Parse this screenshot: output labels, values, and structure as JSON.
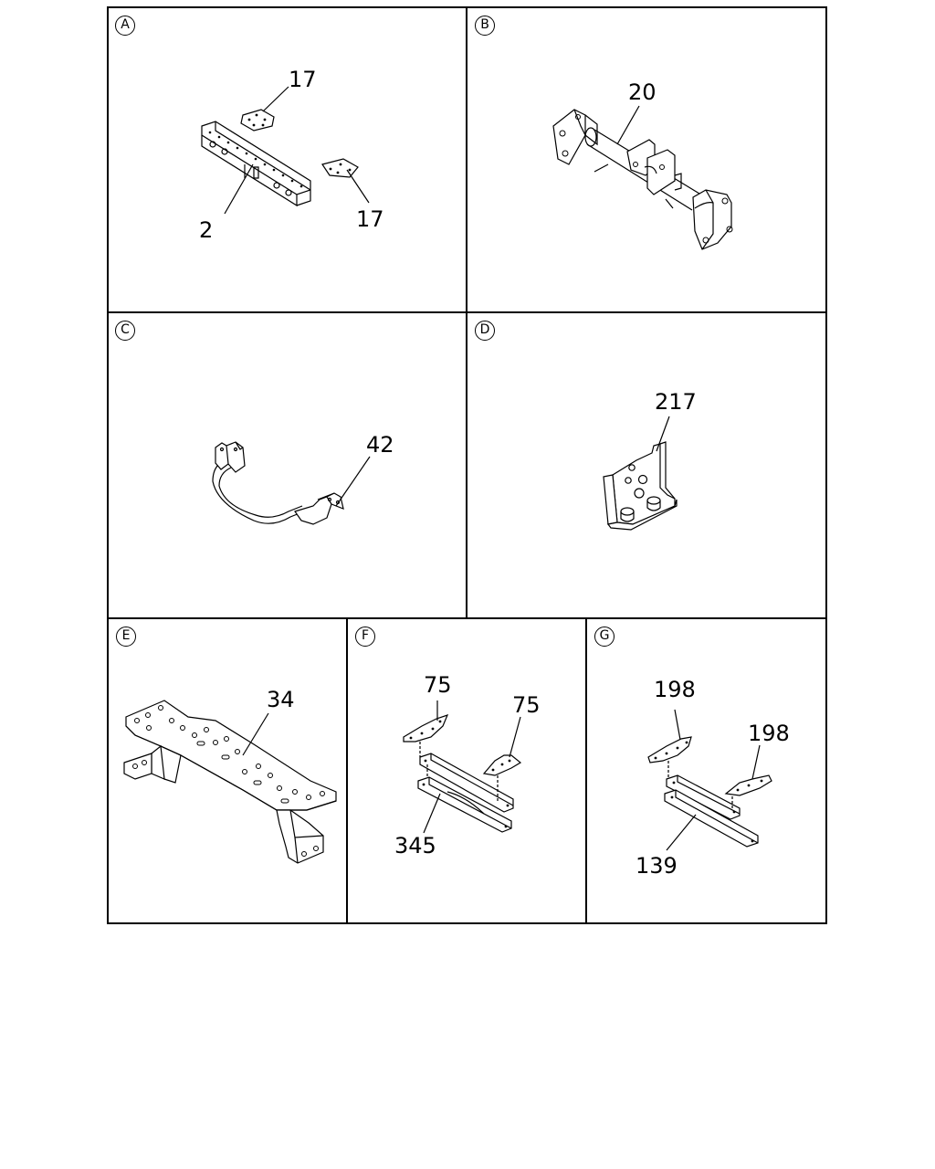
{
  "panels": [
    {
      "id": "A",
      "label": "A",
      "callouts": [
        "17",
        "17",
        "2"
      ]
    },
    {
      "id": "B",
      "label": "B",
      "callouts": [
        "20"
      ]
    },
    {
      "id": "C",
      "label": "C",
      "callouts": [
        "42"
      ]
    },
    {
      "id": "D",
      "label": "D",
      "callouts": [
        "217"
      ]
    },
    {
      "id": "E",
      "label": "E",
      "callouts": [
        "34"
      ]
    },
    {
      "id": "F",
      "label": "F",
      "callouts": [
        "75",
        "75",
        "345"
      ]
    },
    {
      "id": "G",
      "label": "G",
      "callouts": [
        "198",
        "198",
        "139"
      ]
    }
  ],
  "colors": {
    "line": "#000000",
    "background": "#ffffff"
  }
}
